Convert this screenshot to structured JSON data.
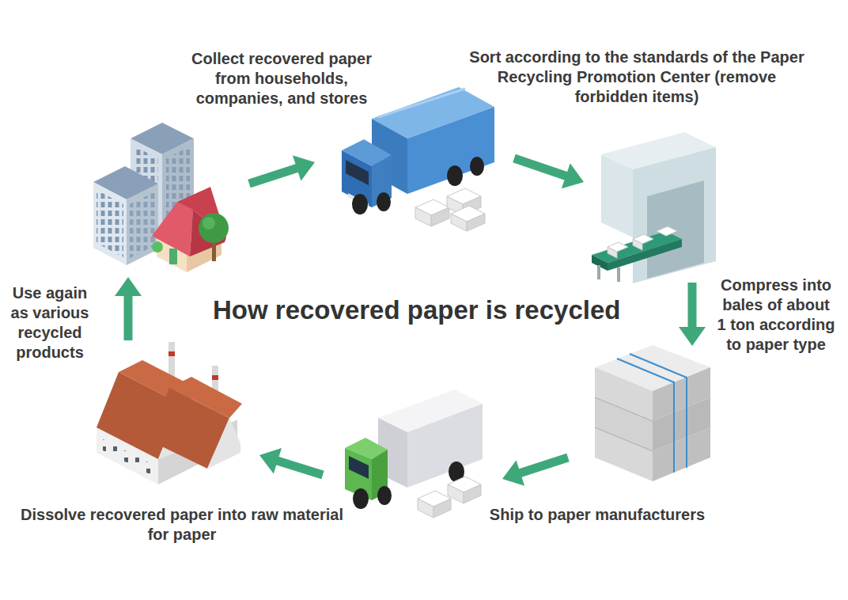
{
  "diagram": {
    "title": "How recovered paper is recycled",
    "nodes": [
      {
        "text": [
          "Use again as various recycled products"
        ]
      },
      {
        "text": [
          "Collect recovered paper from households, companies, and stores"
        ]
      },
      {
        "text": [
          "Sort according to the standards of the Paper Recycling Promotion Center (remove forbidden items)"
        ]
      },
      {
        "text": [
          "Compress into bales of about 1 ton according to paper type"
        ]
      },
      {
        "text": [
          "Ship to paper manufacturers"
        ]
      },
      {
        "text": [
          "Dissolve recovered paper into raw material for paper"
        ]
      }
    ],
    "edges": [
      {
        "from": 0,
        "to": 1,
        "arrow": "to"
      },
      {
        "from": 1,
        "to": 2,
        "arrow": "to"
      },
      {
        "from": 2,
        "to": 3,
        "arrow": "to"
      },
      {
        "from": 3,
        "to": 4,
        "arrow": "to"
      },
      {
        "from": 4,
        "to": 5,
        "arrow": "to"
      },
      {
        "from": 5,
        "to": 0,
        "arrow": "to"
      }
    ]
  }
}
